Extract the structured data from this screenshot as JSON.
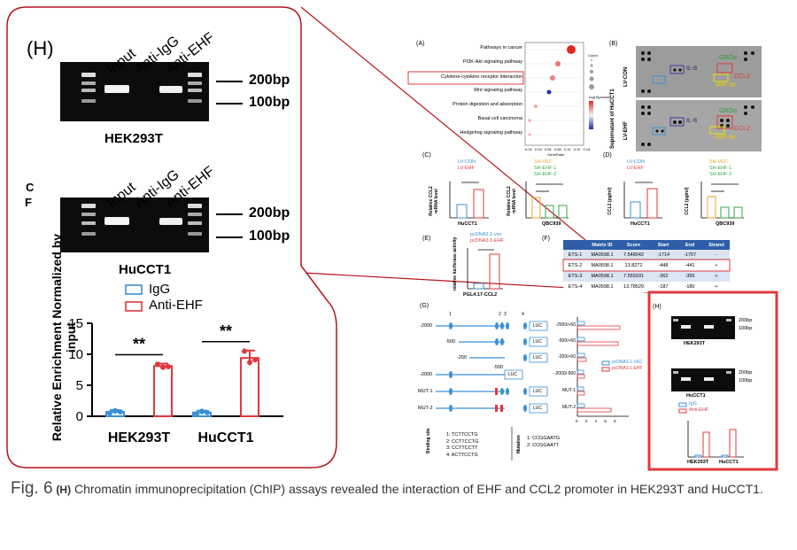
{
  "zoom_panel": {
    "panel_letter": "(H)",
    "side_fragments": [
      "C",
      "F"
    ],
    "lane_labels": [
      "Input",
      "Anti-IgG",
      "Anti-EHF"
    ],
    "size_markers": [
      "200bp",
      "100bp"
    ],
    "blots": [
      {
        "cell_line": "HEK293T"
      },
      {
        "cell_line": "HuCCT1"
      }
    ],
    "legend": [
      {
        "label": "IgG",
        "color": "#3b8fd6"
      },
      {
        "label": "Anti-EHF",
        "color": "#e0383d"
      }
    ],
    "significance": [
      "**",
      "**"
    ],
    "colors": {
      "frame": "#b5141c",
      "igg": "#3b8fd6",
      "ehf": "#e0383d"
    }
  },
  "chart_data": {
    "type": "bar",
    "categories": [
      "HEK293T",
      "HuCCT1"
    ],
    "series": [
      {
        "name": "IgG",
        "values": [
          0.7,
          0.6
        ],
        "errors": [
          0.3,
          0.3
        ],
        "points": [
          [
            0.5,
            0.9,
            0.7
          ],
          [
            0.4,
            0.8,
            0.6
          ]
        ]
      },
      {
        "name": "Anti-EHF",
        "values": [
          8.1,
          9.4
        ],
        "errors": [
          0.4,
          1.2
        ],
        "points": [
          [
            8.4,
            7.9,
            8.0
          ],
          [
            10.5,
            8.7,
            9.1
          ]
        ]
      }
    ],
    "ylabel": "Relative Enrichment Normalized by input",
    "ylim": [
      0,
      15
    ],
    "yticks": [
      "0",
      "5",
      "10",
      "15"
    ],
    "annotations": [
      "**",
      "**"
    ]
  },
  "figure": {
    "A": {
      "label": "(A)",
      "pathways": [
        "Pathways in cancer",
        "PI3K-Akt signaling pathway",
        "Cytokine-cytokine receptor interaction",
        "Wnt signaling pathway",
        "Protein digestion and absorption",
        "Basal cell carcinoma",
        "Hedgehog signaling pathway"
      ],
      "xticks": [
        "0.02",
        "0.04",
        "0.06",
        "0.08",
        "0.10",
        "0.12",
        "0.14"
      ],
      "xlabel": "GeneRatio",
      "legend": [
        "Count",
        "-log10(pvalue)"
      ]
    },
    "B": {
      "label": "(B)",
      "title": "Supernatant of HuCCT1",
      "rows": [
        "LV-CON",
        "LV-EHF"
      ],
      "spots": [
        "IL-8",
        "GROα",
        "CCL2",
        "MIP-3α"
      ]
    },
    "C": {
      "label": "(C)",
      "legend_left": [
        "LV-CON",
        "LV-EHF"
      ],
      "legend_right": [
        "SH-VEC",
        "SH-EHF-1",
        "SH-EHF-2"
      ],
      "ylabel": "Relative CCL2 mRNA level",
      "xlabels": [
        "HuCCT1",
        "QBC939"
      ]
    },
    "D": {
      "label": "(D)",
      "legend_left": [
        "LV-CON",
        "LV-EHF"
      ],
      "legend_right": [
        "SH-VEC",
        "SH-EHF-1",
        "SH-EHF-2"
      ],
      "ylabel": "CCL2 (pg/ml)",
      "xlabels": [
        "HuCCT1",
        "QBC939"
      ]
    },
    "E": {
      "label": "(E)",
      "legend": [
        "pcDNA3.1-vec",
        "pcDNA3.1-EHF"
      ],
      "ylabel": "relative luciferase activity",
      "xlabel": "PGL4.17-CCL2"
    },
    "F": {
      "label": "(F)",
      "headers": [
        "",
        "Matrix ID",
        "Score",
        "Start",
        "End",
        "Strand"
      ],
      "rows": [
        [
          "ETS-1",
          "MA0598.1",
          "7.548042",
          "-1714",
          "-1707",
          "-"
        ],
        [
          "ETS-2",
          "MA0598.1",
          "13.8272",
          "-448",
          "-441",
          "+"
        ],
        [
          "ETS-3",
          "MA0598.1",
          "7.555931",
          "-362",
          "-355",
          "+"
        ],
        [
          "ETS-4",
          "MA0598.1",
          "13.78529",
          "-187",
          "-180",
          "+"
        ]
      ]
    },
    "G": {
      "label": "(G)",
      "constructs": [
        "-2000",
        "-500",
        "-200",
        "-2000",
        "MUT-1",
        "MUT-2"
      ],
      "construct_500": "-500",
      "luc": "LUC",
      "site_numbers": [
        "1",
        "2",
        "3",
        "4"
      ],
      "bar_labels": [
        "-2000/+50",
        "-500/+50",
        "-200/+50",
        "-2000/-500",
        "MUT-1",
        "MUT-2"
      ],
      "legend": [
        "pcDNA3.1-VEC",
        "pcDNA3.1-EHF"
      ],
      "xticks": [
        "0",
        "2",
        "4",
        "6",
        "8"
      ],
      "binding_site_title": "Binding site",
      "binding_sites": [
        "1: TCTTCCTG",
        "2: CCTTCCTG",
        "3: CCTTCCTT",
        "4: ACTTCCTG"
      ],
      "mutation_title": "Mutation",
      "mutations": [
        "1: CCGGAATG",
        "2: CCGGAATT"
      ]
    },
    "H_small": {
      "label": "(H)",
      "cell_lines": [
        "HEK293T",
        "HuCCT1"
      ],
      "legend": [
        "IgG",
        "Anti-EHF"
      ]
    }
  },
  "caption": {
    "prefix": "Fig. 6",
    "panel": "(H)",
    "text": " Chromatin immunoprecipitation (ChIP) assays revealed the interaction of EHF and CCL2 promoter in HEK293T and HuCCT1."
  }
}
